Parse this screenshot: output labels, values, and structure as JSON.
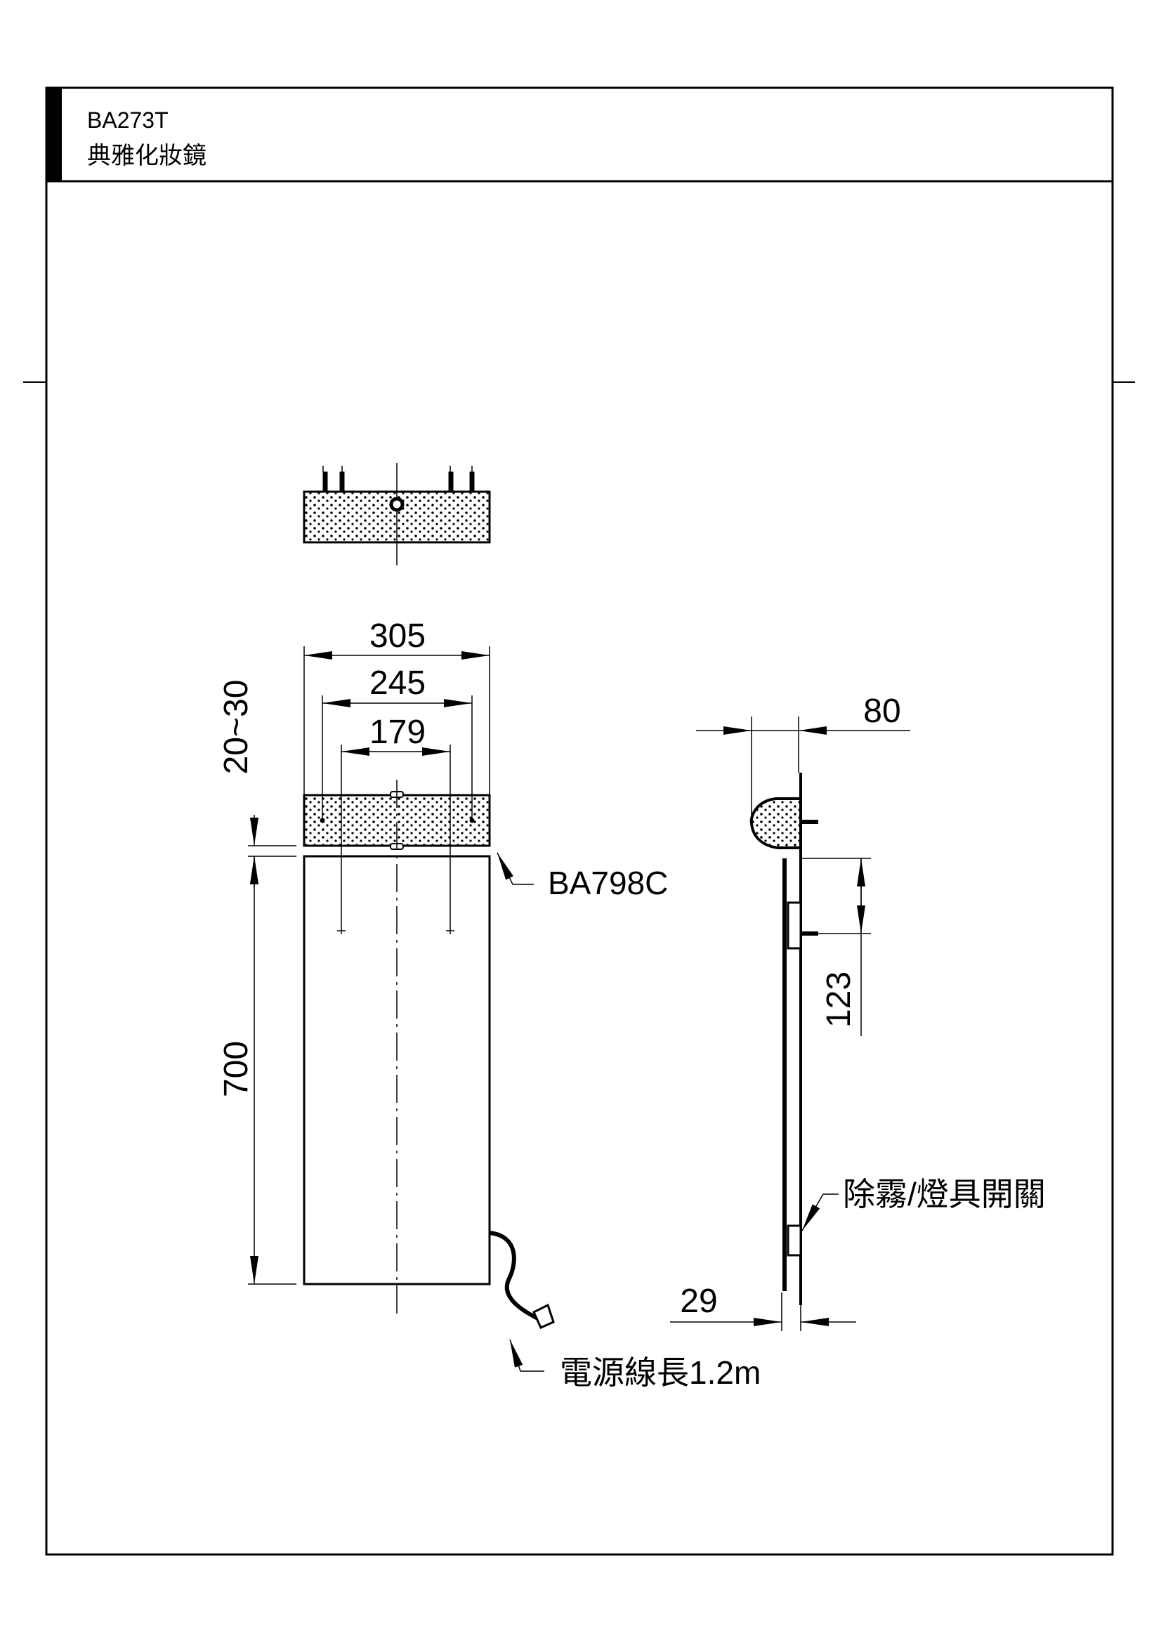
{
  "header": {
    "model": "BA273T",
    "name": "典雅化妝鏡"
  },
  "dimensions": {
    "overall_width": "305",
    "bracket_width": "245",
    "hole_spacing": "179",
    "gap": "20~30",
    "height": "700",
    "bracket_depth": "80",
    "mount_offset": "123",
    "mirror_depth": "29"
  },
  "labels": {
    "bracket_model": "BA798C",
    "power_cord": "電源線長1.2m",
    "switch": "除霧/燈具開關"
  },
  "colors": {
    "line": "#000000",
    "background": "#ffffff"
  }
}
